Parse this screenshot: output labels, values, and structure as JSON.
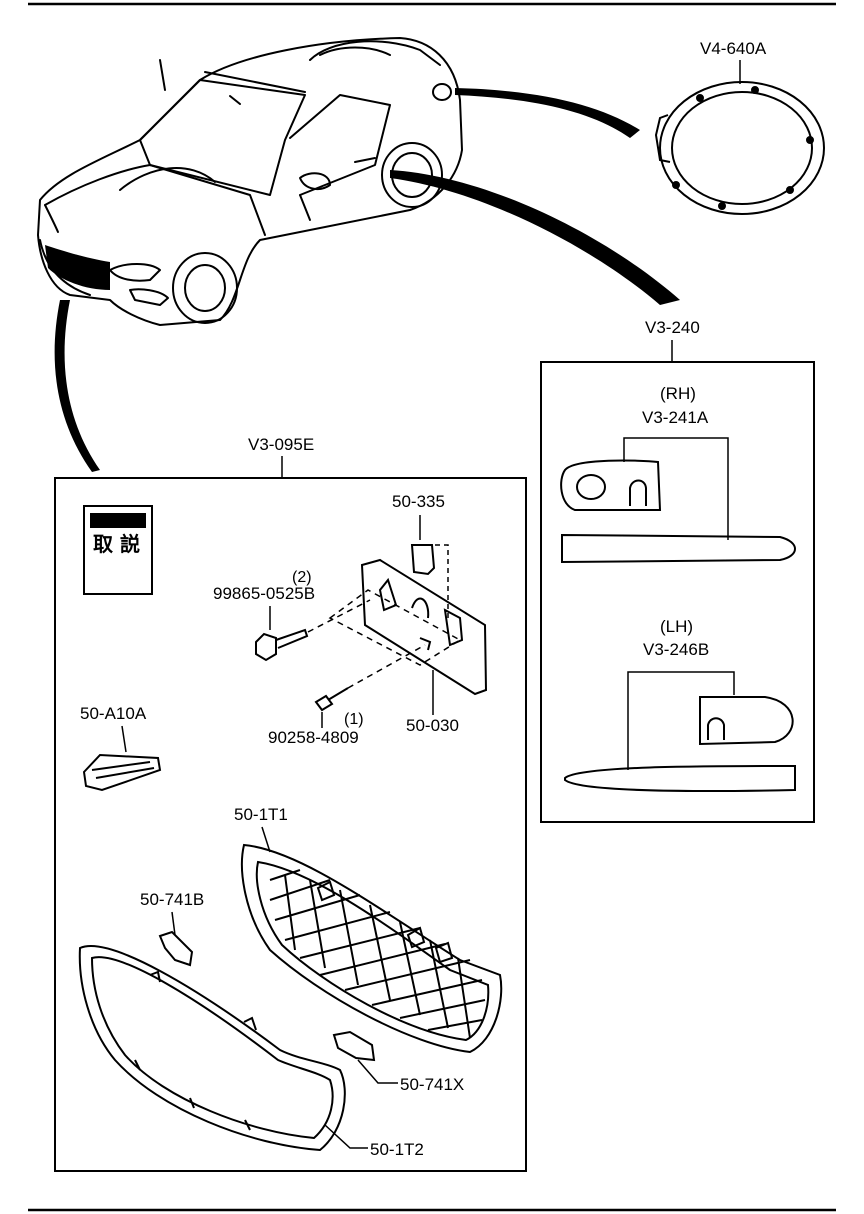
{
  "diagram": {
    "callouts": {
      "fuel_lid_ring": "V4-640A",
      "side_ornament_set": "V3-240",
      "ornament_rh_side": "(RH)",
      "ornament_rh_part": "V3-241A",
      "ornament_lh_side": "(LH)",
      "ornament_lh_part": "V3-246B",
      "front_group": "V3-095E",
      "manual_kanji": "取 説",
      "clip_335": "50-335",
      "bolt_qty": "(2)",
      "bolt_part": "99865-0525B",
      "screw_qty": "(1)",
      "screw_part": "90258-4809",
      "plate_bracket": "50-030",
      "fastener_a10a": "50-A10A",
      "grille_upper": "50-1T1",
      "bracket_741b": "50-741B",
      "bracket_741x": "50-741X",
      "grille_lower": "50-1T2"
    }
  }
}
